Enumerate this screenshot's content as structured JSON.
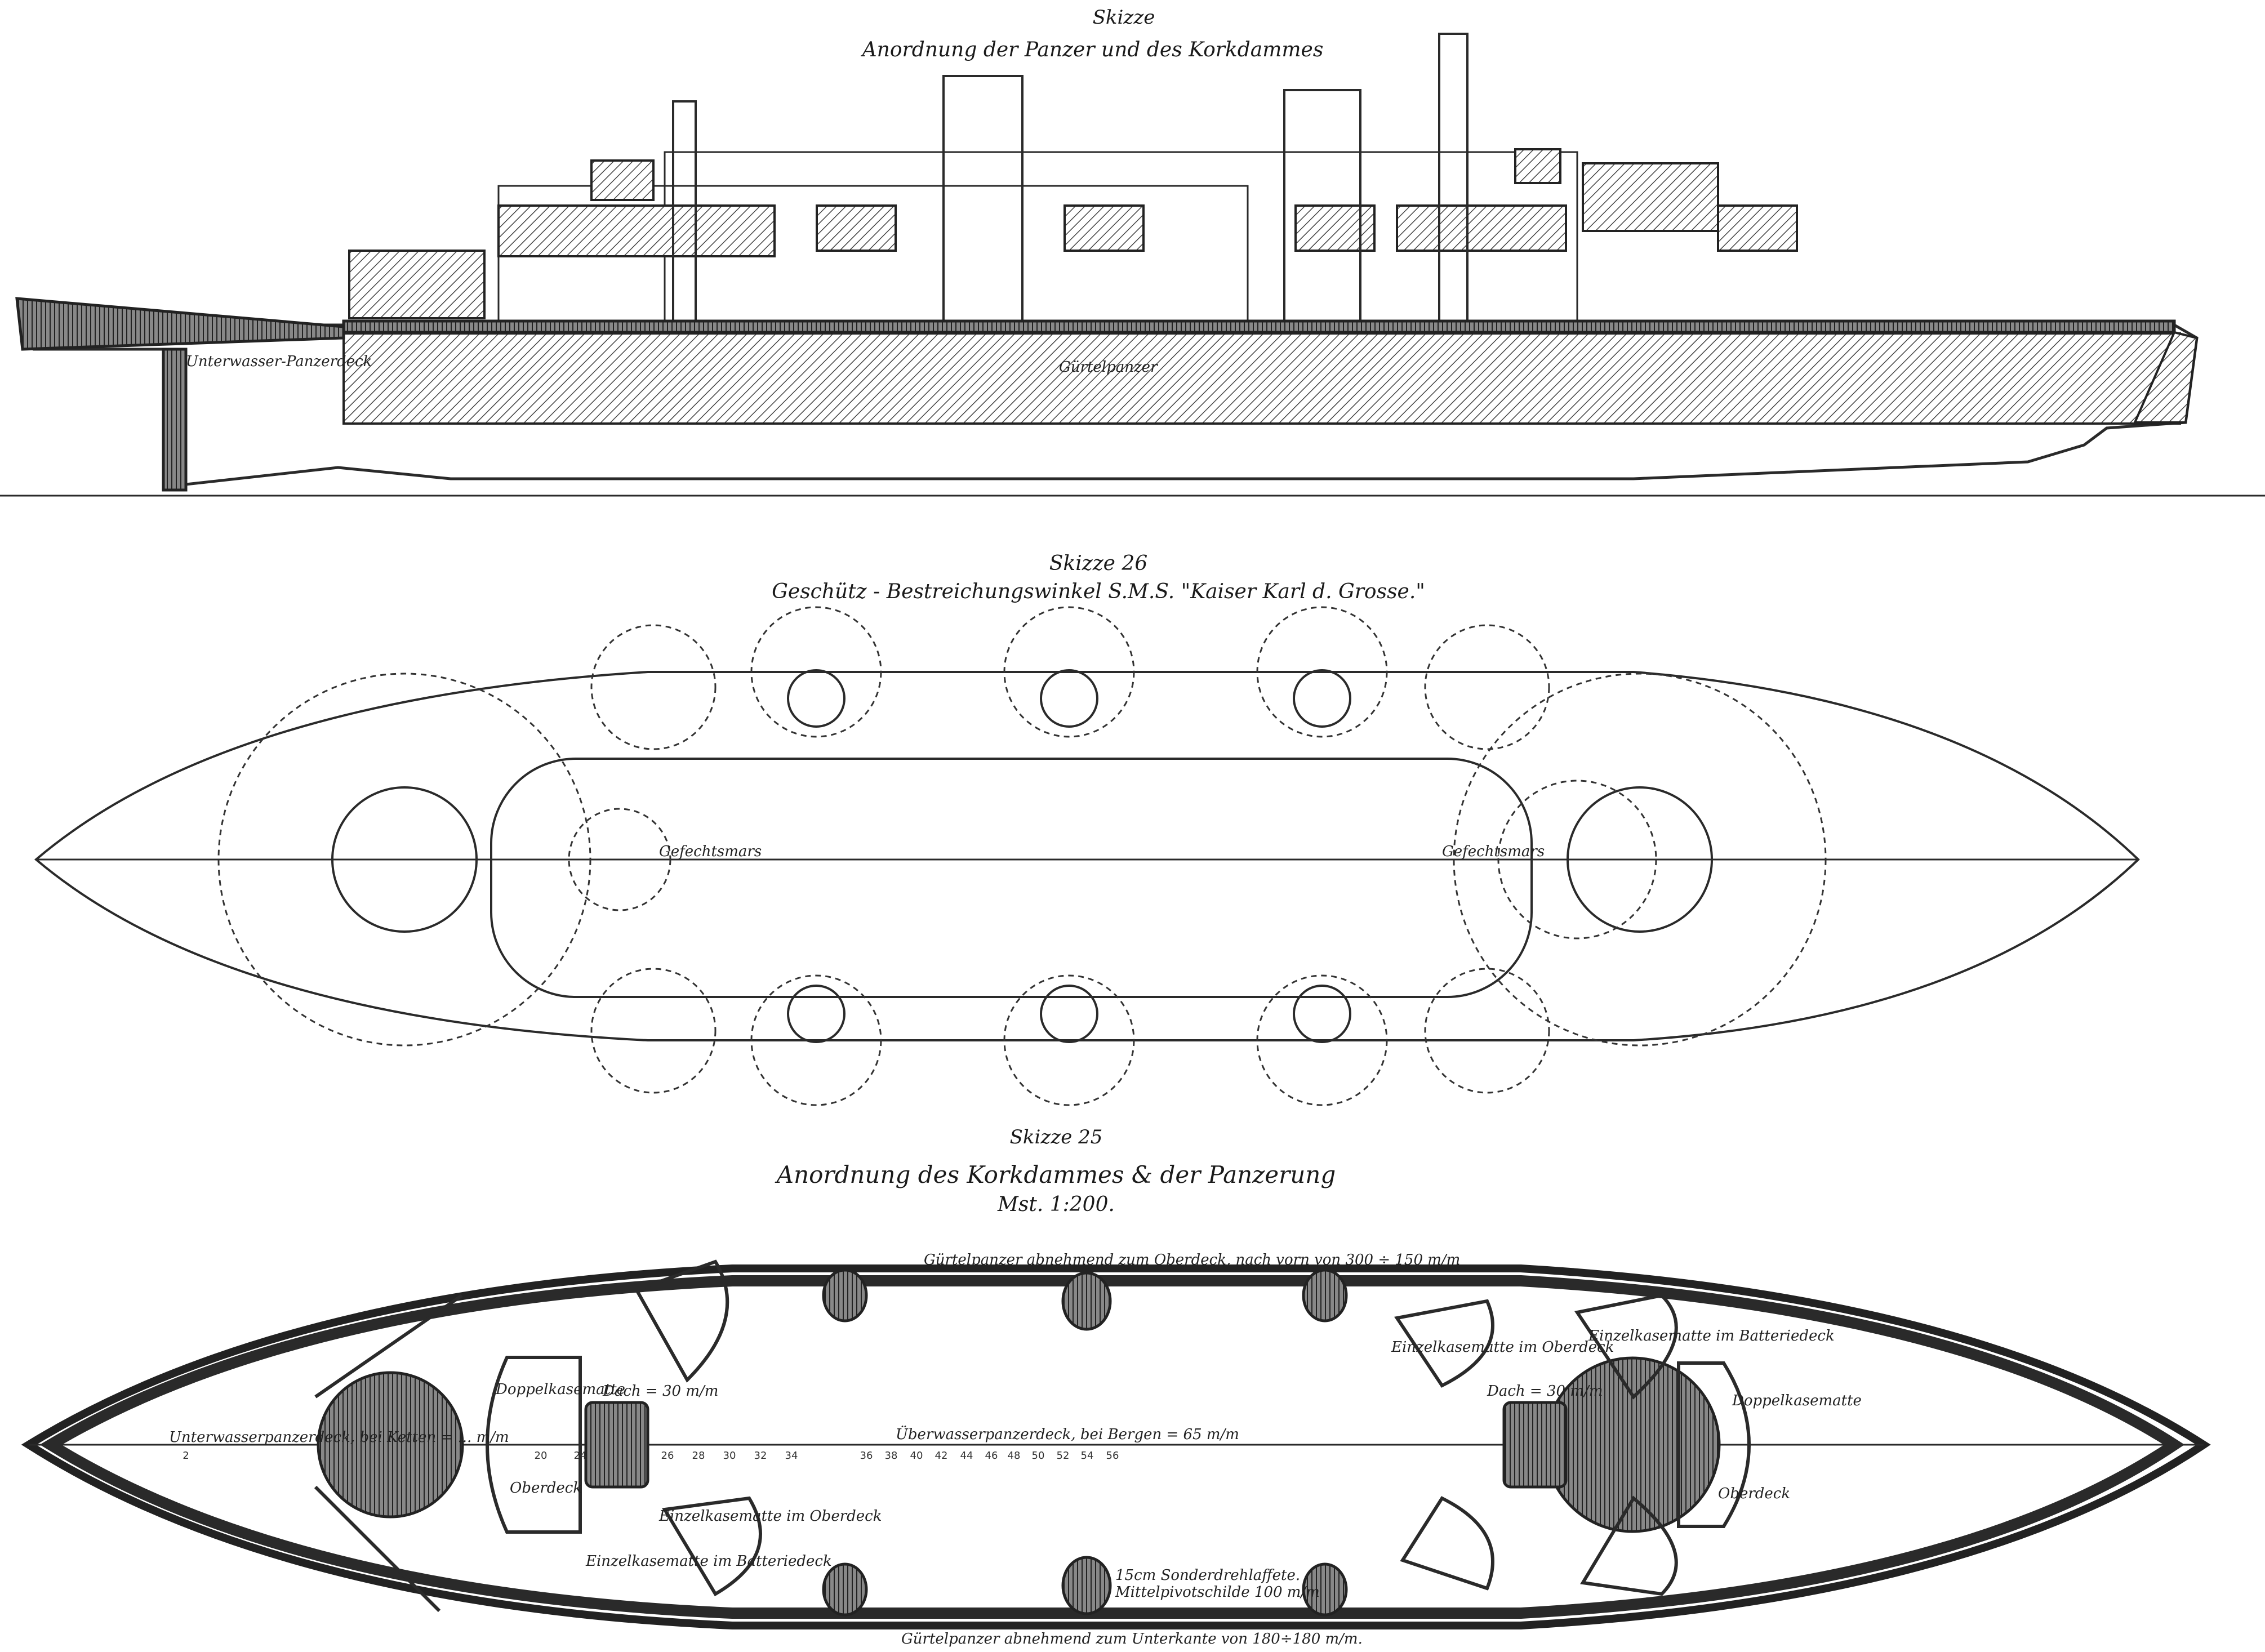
{
  "profile": {
    "sketch_label": "Skizze",
    "title": "Anordnung der Panzer und des Korkdammes",
    "label_underwater_deck": "Unterwasser-Panzerdeck",
    "label_belt": "Gürtelpanzer"
  },
  "firing_arcs": {
    "sketch_label": "Skizze 26",
    "title": "Geschütz - Bestreichungswinkel S.M.S. \"Kaiser Karl d. Grosse.\"",
    "label_fore": "Gefechtsmars",
    "label_aft": "Gefechtsmars"
  },
  "armor_plan": {
    "sketch_label": "Skizze 25",
    "title": "Anordnung des Korkdammes & der Panzerung",
    "scale": "Mst. 1:200.",
    "label_underwater_deck": "Unterwasserpanzerdeck, bei Ketten = ... m/m",
    "label_armor_deck": "Überwasserpanzerdeck, bei Bergen = 65 m/m",
    "label_belt_top": "Gürtelpanzer abnehmend zum Oberdeck, nach vorn von 300 ÷ 150 m/m",
    "label_belt_bottom": "Gürtelpanzer abnehmend zum Unterkante von 180÷180 m/m.",
    "label_roof": "Dach = 30 m/m",
    "label_double_casemate_fore": "Doppelkasematte",
    "label_double_casemate_aft": "Doppelkasematte",
    "label_oberdeck_fore": "Oberdeck",
    "label_oberdeck_aft": "Oberdeck",
    "label_single_casemate_oberdeck": "Einzelkasematte im Oberdeck",
    "label_single_casemate_batteriedeck": "Einzelkasematte im Batteriedeck",
    "label_single_casemate_aft_oberdeck": "Einzelkasematte im Oberdeck",
    "label_single_casemate_aft_batteriedeck": "Einzelkasematte im Batteriedeck",
    "label_gun_mount": "15cm Sonderdrehlaffete.",
    "label_shield": "Mittelpivotschilde 100 m/m",
    "ticks_fore": [
      "2",
      "20",
      "24",
      "26",
      "28",
      "30",
      "32",
      "34"
    ],
    "ticks_mid": [
      "36",
      "38",
      "40",
      "42",
      "44",
      "46",
      "48",
      "50",
      "52",
      "54",
      "56"
    ]
  }
}
